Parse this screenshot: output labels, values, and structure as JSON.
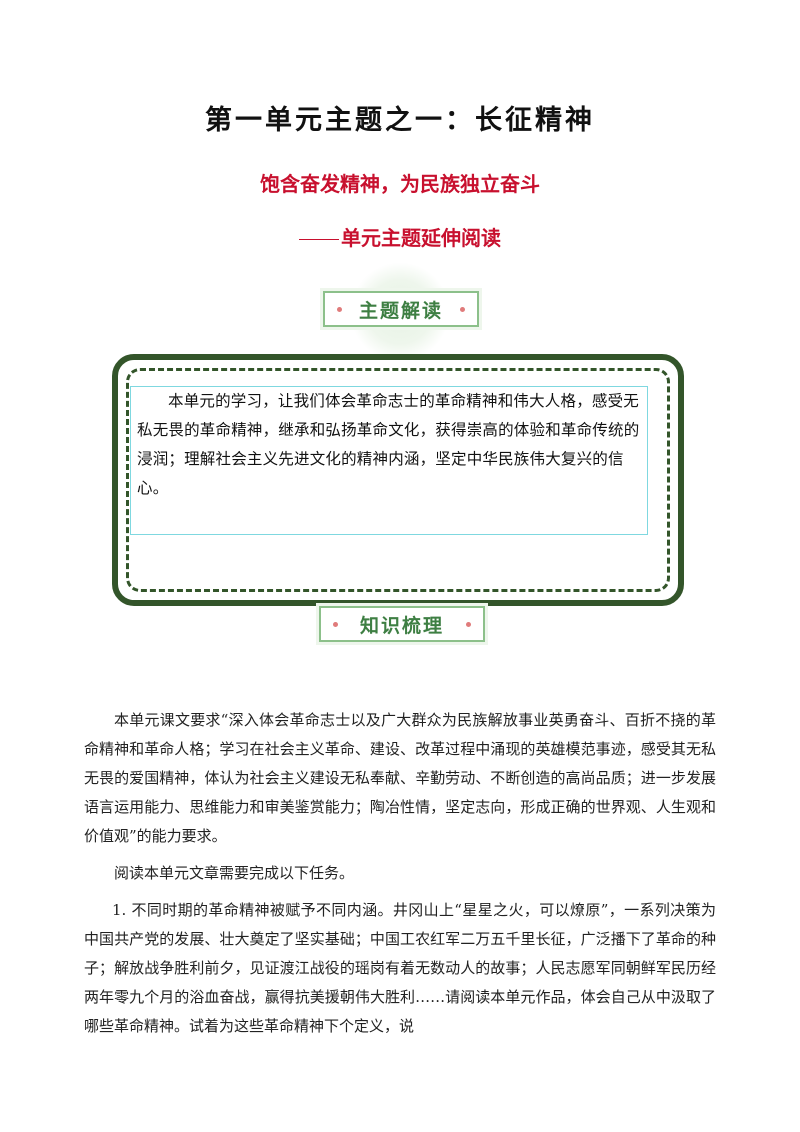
{
  "header": {
    "title": "第一单元主题之一：长征精神",
    "subtitle": "饱含奋发精神，为民族独立奋斗",
    "subtitle2": "单元主题延伸阅读"
  },
  "tags": {
    "theme": "主题解读",
    "knowledge": "知识梳理"
  },
  "theme_box": {
    "text": "本单元的学习，让我们体会革命志士的革命精神和伟大人格，感受无私无畏的革命精神，继承和弘扬革命文化，获得崇高的体验和革命传统的浸润；理解社会主义先进文化的精神内涵，坚定中华民族伟大复兴的信心。"
  },
  "body": {
    "para1": "本单元课文要求“深入体会革命志士以及广大群众为民族解放事业英勇奋斗、百折不挠的革命精神和革命人格；学习在社会主义革命、建设、改革过程中涌现的英雄模范事迹，感受其无私无畏的爱国精神，体认为社会主义建设无私奉献、辛勤劳动、不断创造的高尚品质；进一步发展语言运用能力、思维能力和审美鉴赏能力；陶冶性情，坚定志向，形成正确的世界观、人生观和价值观”的能力要求。",
    "para2": "阅读本单元文章需要完成以下任务。",
    "item1_num": "1.",
    "item1": "不同时期的革命精神被赋予不同内涵。井冈山上“星星之火，可以燎原”，一系列决策为中国共产党的发展、壮大奠定了坚实基础；中国工农红军二万五千里长征，广泛播下了革命的种子；解放战争胜利前夕，见证渡江战役的瑶岗有着无数动人的故事；人民志愿军同朝鲜军民历经两年零九个月的浴血奋战，赢得抗美援朝伟大胜利……请阅读本单元作品，体会自己从中汲取了哪些革命精神。试着为这些革命精神下个定义，说"
  },
  "colors": {
    "title_red": "#c8102e",
    "frame_green": "#33552a",
    "tag_green": "#3e7f43"
  }
}
